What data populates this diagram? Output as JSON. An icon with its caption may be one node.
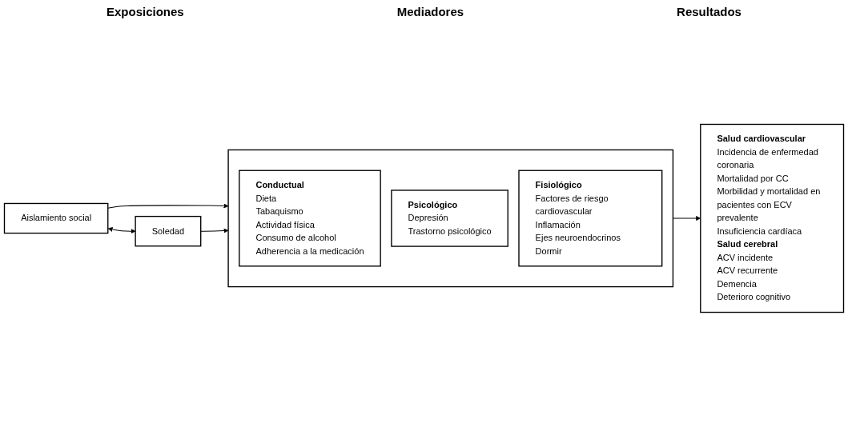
{
  "diagram": {
    "nodes": [
      {
        "text": [
          "Aislamiento social"
        ]
      },
      {
        "text": [
          "Soledad"
        ]
      },
      {
        "text": [],
        "shape": "bracket"
      },
      {
        "text": [
          "Conductual",
          "Dieta",
          "Tabaquismo",
          "Actividad física",
          "Consumo de alcohol",
          "Adherencia a la medicación"
        ],
        "in": 2
      },
      {
        "text": [
          "Psicológico",
          "Depresión",
          "Trastorno psicológico"
        ],
        "in": 2
      },
      {
        "text": [
          "Fisiológico",
          "Factores de riesgo cardiovascular",
          "Inflamación",
          "Ejes neuroendocrinos",
          "Dormir"
        ],
        "in": 2
      },
      {
        "text": [
          "Salud cardiovascular",
          "Incidencia de enfermedad coronaria",
          "Mortalidad por CC",
          "Morbilidad y mortalidad en pacientes con ECV prevalente",
          "Insuficiencia cardíaca",
          "Salud cerebral",
          "ACV incidente",
          "ACV recurrente",
          "Demencia",
          "Deterioro cognitivo"
        ]
      }
    ],
    "edges": [
      {
        "from": 0,
        "to": 1,
        "arrow": "both"
      },
      {
        "from": 0,
        "to": 2,
        "arrow": "to"
      },
      {
        "from": 1,
        "to": 2,
        "arrow": "to"
      },
      {
        "from": 2,
        "to": 6,
        "arrow": "to"
      }
    ],
    "labels": [
      "Exposiciones",
      "Mediadores",
      "Resultados"
    ]
  }
}
